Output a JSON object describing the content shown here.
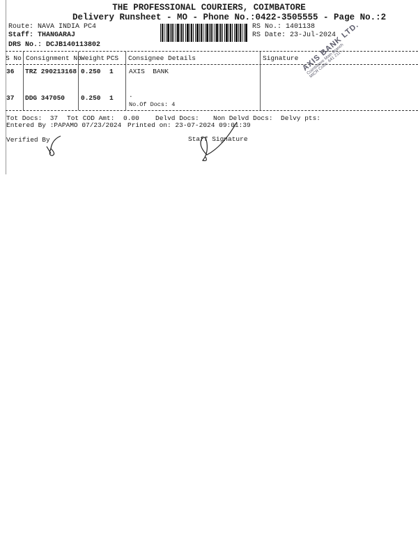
{
  "header": {
    "company": "THE PROFESSIONAL COURIERS, COIMBATORE",
    "subtitle": "Delivery Runsheet - MO - Phone No.:0422-3505555 - Page No.:2",
    "route": "Route: NAVA INDIA PC4",
    "staff": "Staff: THANGARAJ",
    "drs_no": "DRS No.: DCJB140113802",
    "rs_no": "RS No.: 1401138",
    "rs_date": "RS Date: 23-Jul-2024"
  },
  "table": {
    "columns": [
      "S No",
      "Consignment No",
      "Weight",
      "PCS",
      "Consignee Details",
      "Signature"
    ],
    "rows": [
      {
        "sno": "36",
        "consignment": "TRZ 290213168",
        "weight": "0.250",
        "pcs": "1",
        "consignee": "AXIS  BANK",
        "note": ""
      },
      {
        "sno": "37",
        "consignment": "DDG 347050",
        "weight": "0.250",
        "pcs": "1",
        "consignee": ".",
        "note": "No.Of Docs: 4"
      }
    ]
  },
  "footer": {
    "tot_docs": "Tot Docs:  37",
    "tot_cod": "Tot COD Amt:",
    "cod_value": "0.00",
    "delvd": "Delvd Docs:",
    "non_delvd": "Non Delvd Docs:",
    "delvy_pts": "Delvy pts:",
    "entered_by": "Entered By :PAPAMO 07/23/2024",
    "printed_on": "Printed on: 23-07-2024 09:01:39",
    "verified_by": "Verified By",
    "staff_signature": "Staff Signature"
  },
  "stamp": {
    "line1": "AXIS BANK LTD.",
    "line2": "Coimbatore Main Branch",
    "line3": "MICR Code: 641 211 ..."
  }
}
